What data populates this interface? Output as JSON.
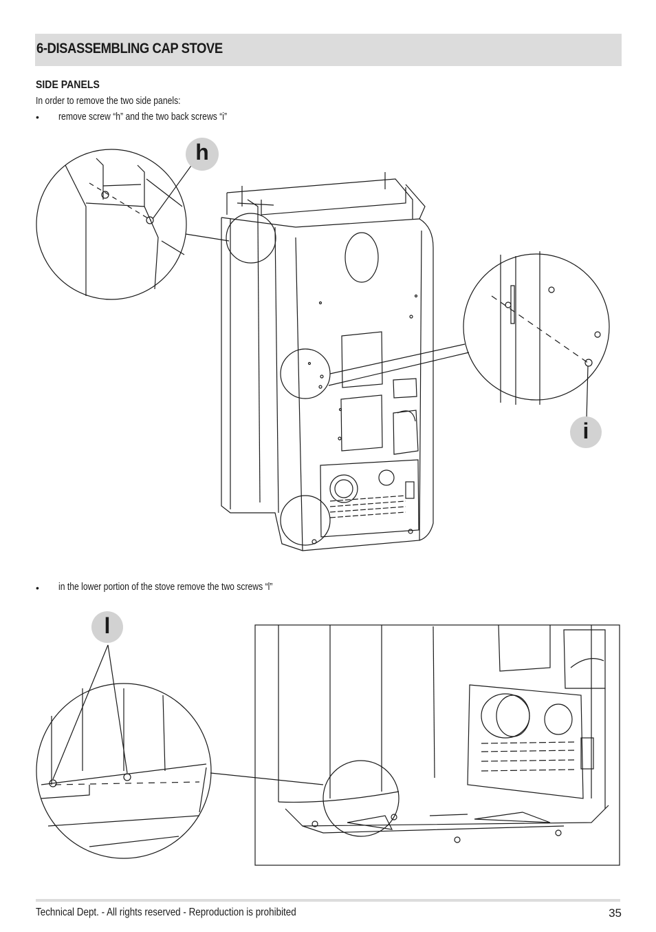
{
  "header": {
    "title": "6-DISASSEMBLING CAP STOVE"
  },
  "section": {
    "subtitle": "SIDE PANELS",
    "intro": "In order to remove the two side panels:",
    "bullet_symbol": "•",
    "step1": "remove screw “h” and the two back screws “i”",
    "step2": "in the lower portion of the stove remove the two screws “l”"
  },
  "labels": {
    "h": "h",
    "i": "i",
    "l": "l"
  },
  "footer": {
    "text": "Technical Dept. - All rights reserved - Reproduction is prohibited",
    "page": "35"
  }
}
